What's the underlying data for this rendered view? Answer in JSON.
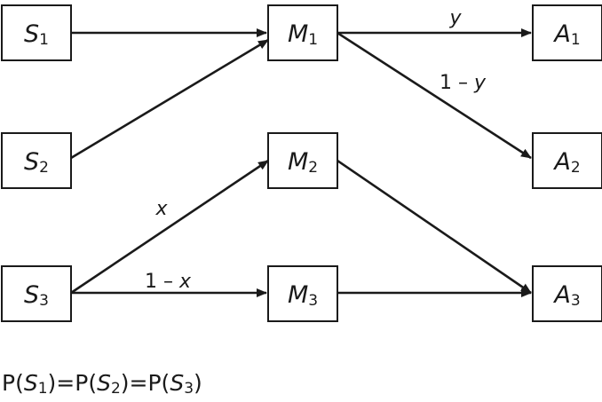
{
  "nodes": [
    {
      "id": "S1",
      "var": "S",
      "sub": "1"
    },
    {
      "id": "S2",
      "var": "S",
      "sub": "2"
    },
    {
      "id": "S3",
      "var": "S",
      "sub": "3"
    },
    {
      "id": "M1",
      "var": "M",
      "sub": "1"
    },
    {
      "id": "M2",
      "var": "M",
      "sub": "2"
    },
    {
      "id": "M3",
      "var": "M",
      "sub": "3"
    },
    {
      "id": "A1",
      "var": "A",
      "sub": "1"
    },
    {
      "id": "A2",
      "var": "A",
      "sub": "2"
    },
    {
      "id": "A3",
      "var": "A",
      "sub": "3"
    }
  ],
  "edges": [
    {
      "from": "S1",
      "to": "M1",
      "label": ""
    },
    {
      "from": "S2",
      "to": "M1",
      "label": ""
    },
    {
      "from": "S3",
      "to": "M2",
      "label": "x"
    },
    {
      "from": "S3",
      "to": "M3",
      "label": "1 – x"
    },
    {
      "from": "M1",
      "to": "A1",
      "label": "y"
    },
    {
      "from": "M1",
      "to": "A2",
      "label": "1 – y"
    },
    {
      "from": "M2",
      "to": "A3",
      "label": ""
    },
    {
      "from": "M3",
      "to": "A3",
      "label": ""
    }
  ],
  "formula": {
    "p1": "P(",
    "s1": "S",
    "n1": "1",
    "eq1": ")=P(",
    "s2": "S",
    "n2": "2",
    "eq2": ")=P(",
    "s3": "S",
    "n3": "3",
    "close": ")"
  }
}
